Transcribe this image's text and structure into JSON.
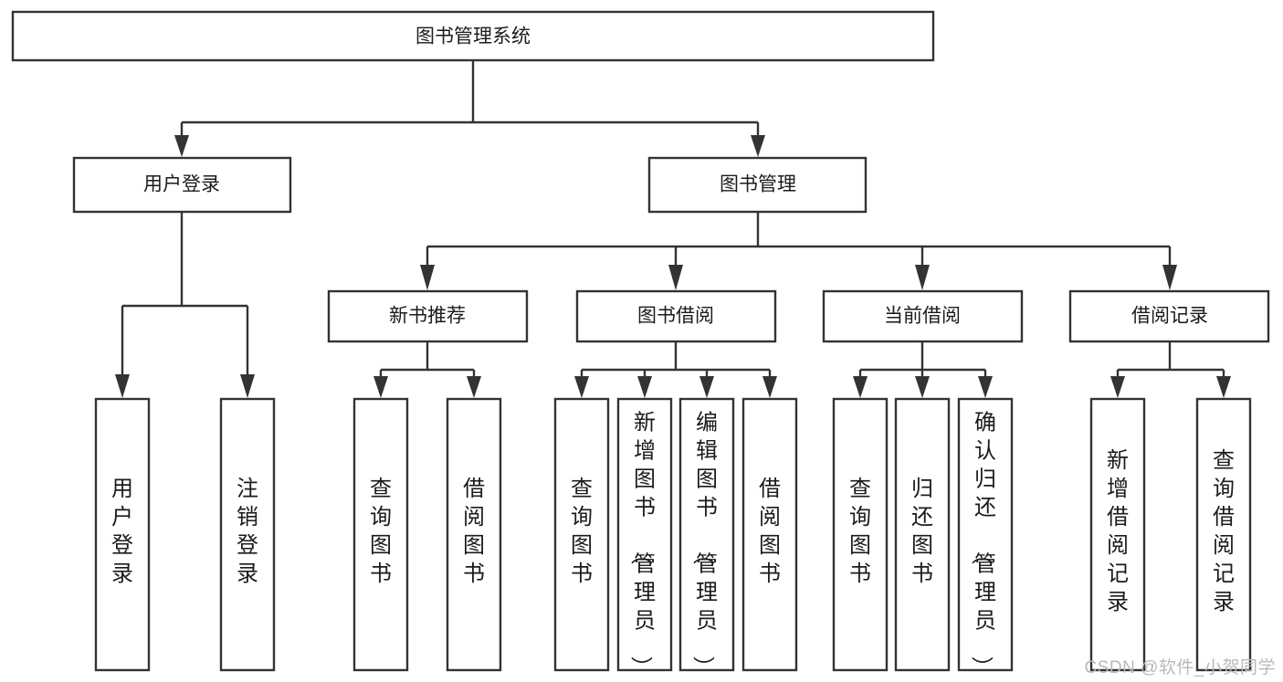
{
  "diagram": {
    "type": "tree-hierarchy",
    "title": "图书管理系统",
    "orientation": "top-down",
    "colors": {
      "stroke": "#333333",
      "box_fill": "#ffffff",
      "text": "#1b1b1b",
      "background": "#ffffff",
      "watermark": "#b8b8b8"
    },
    "levels": {
      "root": "图书管理系统",
      "level2": [
        "用户登录",
        "图书管理"
      ],
      "level3": [
        "新书推荐",
        "图书借阅",
        "当前借阅",
        "借阅记录"
      ]
    },
    "nodes": {
      "root": {
        "label": "图书管理系统"
      },
      "user_login": {
        "label": "用户登录"
      },
      "book_manage": {
        "label": "图书管理"
      },
      "new_book_rec": {
        "label": "新书推荐"
      },
      "book_borrow": {
        "label": "图书借阅"
      },
      "current_borrow": {
        "label": "当前借阅"
      },
      "borrow_record": {
        "label": "借阅记录"
      }
    },
    "leaves": {
      "user_login": [
        {
          "label": "用户登录"
        },
        {
          "label": "注销登录"
        }
      ],
      "new_book_rec": [
        {
          "label": "查询图书"
        },
        {
          "label": "借阅图书"
        }
      ],
      "book_borrow": [
        {
          "label": "查询图书"
        },
        {
          "label": "新增图书（管理员）"
        },
        {
          "label": "编辑图书（管理员）"
        },
        {
          "label": "借阅图书"
        }
      ],
      "current_borrow": [
        {
          "label": "查询图书"
        },
        {
          "label": "归还图书"
        },
        {
          "label": "确认归还（管理员）"
        }
      ],
      "borrow_record": [
        {
          "label": "新增借阅记录"
        },
        {
          "label": "查询借阅记录"
        }
      ]
    }
  },
  "watermark": {
    "text": "CSDN @软件_小贺同学"
  }
}
